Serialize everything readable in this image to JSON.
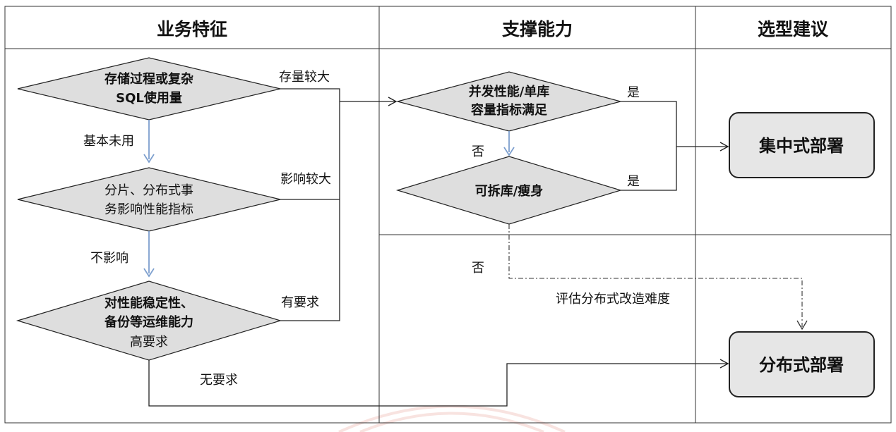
{
  "headers": {
    "col1": "业务特征",
    "col2": "支撑能力",
    "col3": "选型建议"
  },
  "decisions": {
    "d1": {
      "line1": "存储过程或复杂",
      "line2": "SQL使用量"
    },
    "d2": {
      "line1": "分片、分布式事",
      "line2": "务影响性能指标"
    },
    "d3": {
      "line1": "对性能稳定性、",
      "line2": "备份等运维能力",
      "line3": "高要求"
    },
    "d4": {
      "line1": "并发性能/单库",
      "line2": "容量指标满足"
    },
    "d5": {
      "line1": "可拆库/瘦身"
    }
  },
  "edge_labels": {
    "large_volume": "存量较大",
    "basically_unused": "基本未用",
    "large_impact": "影响较大",
    "no_impact": "不影响",
    "required": "有要求",
    "not_required": "无要求",
    "yes_1": "是",
    "yes_2": "是",
    "no_1": "否",
    "no_2": "否",
    "evaluate": "评估分布式改造难度"
  },
  "results": {
    "centralized": "集中式部署",
    "distributed": "分布式部署"
  },
  "colors": {
    "diamond_fill": "#dedede",
    "box_fill": "#e6e6e6",
    "down_arrow": "#7d9fce",
    "watermark": "#f3d0cb"
  }
}
